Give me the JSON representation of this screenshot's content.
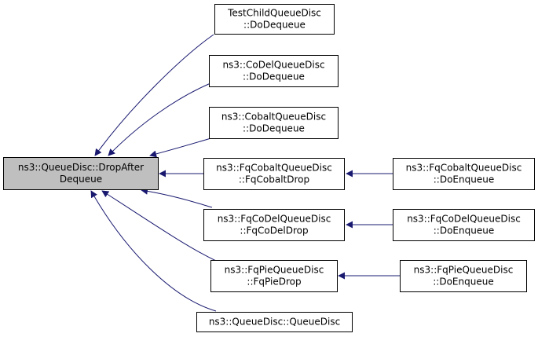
{
  "colors": {
    "edge": "#191970",
    "node_border": "#000000",
    "node_fill": "#ffffff",
    "root_fill": "#bfbfbf",
    "root_border": "#000000"
  },
  "nodes": [
    {
      "id": "root",
      "lines": [
        "ns3::QueueDisc::DropAfter",
        "Dequeue"
      ],
      "highlight": true
    },
    {
      "id": "test_child",
      "lines": [
        "TestChildQueueDisc",
        "::DoDequeue"
      ]
    },
    {
      "id": "codel",
      "lines": [
        "ns3::CoDelQueueDisc",
        "::DoDequeue"
      ]
    },
    {
      "id": "cobalt",
      "lines": [
        "ns3::CobaltQueueDisc",
        "::DoDequeue"
      ]
    },
    {
      "id": "fq_cobalt_drop",
      "lines": [
        "ns3::FqCobaltQueueDisc",
        "::FqCobaltDrop"
      ]
    },
    {
      "id": "fq_codel_drop",
      "lines": [
        "ns3::FqCoDelQueueDisc",
        "::FqCoDelDrop"
      ]
    },
    {
      "id": "fq_pie_drop",
      "lines": [
        "ns3::FqPieQueueDisc",
        "::FqPieDrop"
      ]
    },
    {
      "id": "queue_disc_ctor",
      "lines": [
        "ns3::QueueDisc::QueueDisc"
      ]
    },
    {
      "id": "fq_cobalt_enq",
      "lines": [
        "ns3::FqCobaltQueueDisc",
        "::DoEnqueue"
      ]
    },
    {
      "id": "fq_codel_enq",
      "lines": [
        "ns3::FqCoDelQueueDisc",
        "::DoEnqueue"
      ]
    },
    {
      "id": "fq_pie_enq",
      "lines": [
        "ns3::FqPieQueueDisc",
        "::DoEnqueue"
      ]
    }
  ],
  "edges": [
    {
      "from": "test_child",
      "to": "root"
    },
    {
      "from": "codel",
      "to": "root"
    },
    {
      "from": "cobalt",
      "to": "root"
    },
    {
      "from": "fq_cobalt_drop",
      "to": "root"
    },
    {
      "from": "fq_codel_drop",
      "to": "root"
    },
    {
      "from": "fq_pie_drop",
      "to": "root"
    },
    {
      "from": "queue_disc_ctor",
      "to": "root"
    },
    {
      "from": "fq_cobalt_enq",
      "to": "fq_cobalt_drop"
    },
    {
      "from": "fq_codel_enq",
      "to": "fq_codel_drop"
    },
    {
      "from": "fq_pie_enq",
      "to": "fq_pie_drop"
    }
  ]
}
